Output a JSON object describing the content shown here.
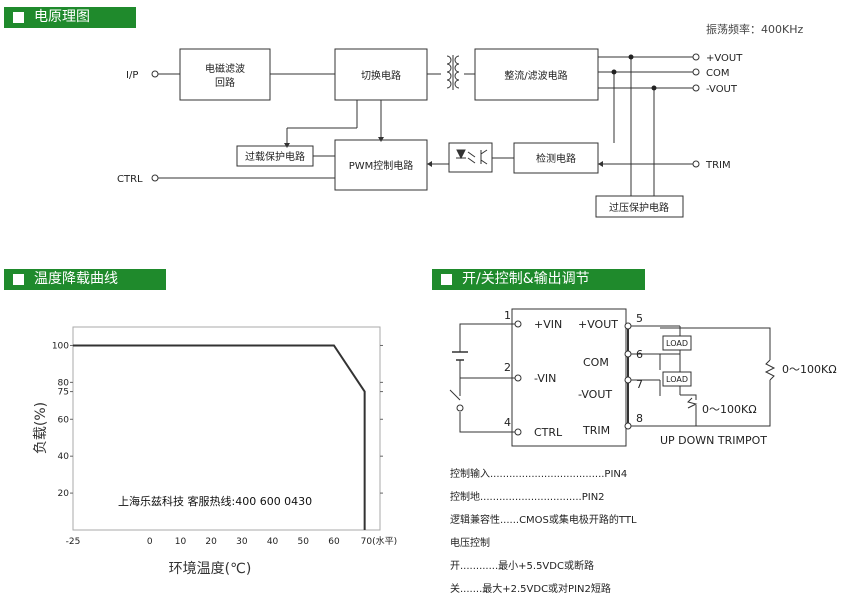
{
  "sections": {
    "schematic_title": "电原理图",
    "derating_title": "温度降载曲线",
    "remote_title": "开/关控制&输出调节"
  },
  "schematic": {
    "frequency": "振荡频率：400KHz",
    "input_label": "I/P",
    "ctrl_label": "CTRL",
    "blocks": {
      "emi_line1": "电磁滤波",
      "emi_line2": "回路",
      "switch": "切换电路",
      "rectifier": "整流/滤波电路",
      "overload": "过载保护电路",
      "pwm": "PWM控制电路",
      "detect": "检测电路",
      "overvoltage": "过压保护电路"
    },
    "outputs": {
      "vout_pos": "+VOUT",
      "com": "COM",
      "vout_neg": "-VOUT",
      "trim": "TRIM"
    }
  },
  "chart_data": {
    "type": "line",
    "xlabel": "环境温度(℃)",
    "ylabel": "负载(%)",
    "x_tick_labels": [
      "-25",
      "0",
      "10",
      "20",
      "30",
      "40",
      "50",
      "60",
      "70(水平)"
    ],
    "x_ticks": [
      -25,
      0,
      10,
      20,
      30,
      40,
      50,
      60,
      70
    ],
    "y_ticks": [
      20,
      40,
      60,
      75,
      80,
      100
    ],
    "xlim": [
      -25,
      75
    ],
    "ylim": [
      0,
      110
    ],
    "series": [
      {
        "x": [
          -25,
          60,
          70,
          70
        ],
        "y": [
          100,
          100,
          75,
          0
        ]
      }
    ],
    "annotation": "上海乐兹科技 客服热线:400 600 0430"
  },
  "remote": {
    "pins": {
      "p1": "1",
      "p2": "2",
      "p4": "4",
      "p5": "5",
      "p6": "6",
      "p7": "7",
      "p8": "8"
    },
    "left_labels": {
      "vin_pos": "+VIN",
      "vin_neg": "-VIN",
      "ctrl": "CTRL"
    },
    "right_labels": {
      "vout_pos": "+VOUT",
      "com": "COM",
      "vout_neg": "-VOUT",
      "trim": "TRIM"
    },
    "load": "LOAD",
    "res1": "0～100KΩ",
    "res2": "0～100KΩ",
    "trimpot": "UP DOWN TRIMPOT",
    "notes": [
      "控制输入....................................PIN4",
      "控制地................................PIN2",
      "逻辑兼容性......CMOS或集电极开路的TTL",
      "电压控制",
      "开............最小+5.5VDC或断路",
      "关.......最大+2.5VDC或对PIN2短路"
    ]
  }
}
